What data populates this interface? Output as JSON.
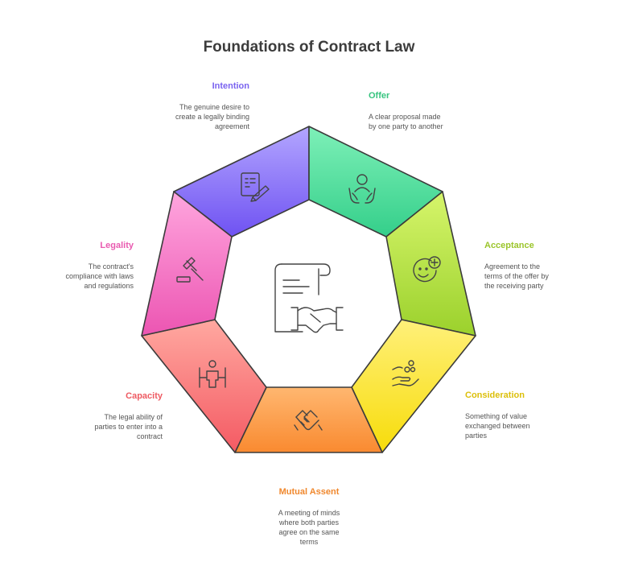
{
  "title": "Foundations of Contract Law",
  "colors": {
    "intention": "#7a63f0",
    "offer": "#3ad08f",
    "acceptance": "#a8d93a",
    "consideration": "#f7dc13",
    "mutual_assent": "#f6913a",
    "capacity": "#f06470",
    "legality": "#ee5fb8"
  },
  "segments": [
    {
      "id": "intention",
      "label": "Intention",
      "desc": [
        "The genuine desire to",
        "create a legally binding",
        "agreement"
      ],
      "icon": "document-signing-icon"
    },
    {
      "id": "offer",
      "label": "Offer",
      "desc": [
        "A clear proposal made",
        "by one party to another"
      ],
      "icon": "person-hands-icon"
    },
    {
      "id": "acceptance",
      "label": "Acceptance",
      "desc": [
        "Agreement to the",
        "terms of the offer by",
        "the receiving party"
      ],
      "icon": "smile-plus-icon"
    },
    {
      "id": "consideration",
      "label": "Consideration",
      "desc": [
        "Something of value",
        "exchanged between",
        "parties"
      ],
      "icon": "hand-coins-icon"
    },
    {
      "id": "mutual_assent",
      "label": "Mutual Assent",
      "desc": [
        "A meeting of minds",
        "where both parties",
        "agree on the same",
        "terms"
      ],
      "icon": "handshake-icon"
    },
    {
      "id": "capacity",
      "label": "Capacity",
      "desc": [
        "The legal ability of",
        "parties to enter into a",
        "contract"
      ],
      "icon": "person-barrier-icon"
    },
    {
      "id": "legality",
      "label": "Legality",
      "desc": [
        "The contract's",
        "compliance with laws",
        "and regulations"
      ],
      "icon": "gavel-icon"
    }
  ],
  "center_icon": "contract-handshake-icon"
}
